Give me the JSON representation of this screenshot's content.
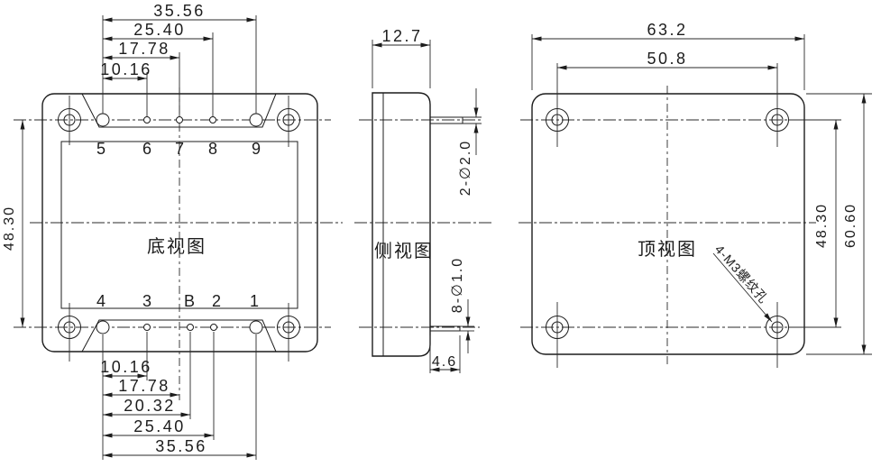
{
  "drawing": {
    "colors": {
      "line": "#1c1c1c",
      "background": "#ffffff"
    },
    "views": {
      "bottom": {
        "label": "底视图",
        "top_pins": [
          "5",
          "6",
          "7",
          "8",
          "9"
        ],
        "bottom_pins": [
          "4",
          "3",
          "B",
          "2",
          "1"
        ],
        "dims_top": [
          "35.56",
          "25.40",
          "17.78",
          "10.16"
        ],
        "dims_bottom": [
          "10.16",
          "17.78",
          "20.32",
          "25.40",
          "35.56"
        ],
        "dim_hole_spacing_vertical": "48.30"
      },
      "side": {
        "label": "侧视图",
        "dim_body_width": "12.7",
        "dim_top_pins": "2-∅2.0",
        "dim_bottom_pins": "8-∅1.0",
        "dim_pin_length": "4.6"
      },
      "top": {
        "label": "顶视图",
        "dim_overall_width": "63.2",
        "dim_hole_spacing_horizontal": "50.8",
        "dim_hole_spacing_vertical": "48.30",
        "dim_overall_height": "60.60",
        "note_thread": "4-M3螺纹孔"
      }
    }
  }
}
